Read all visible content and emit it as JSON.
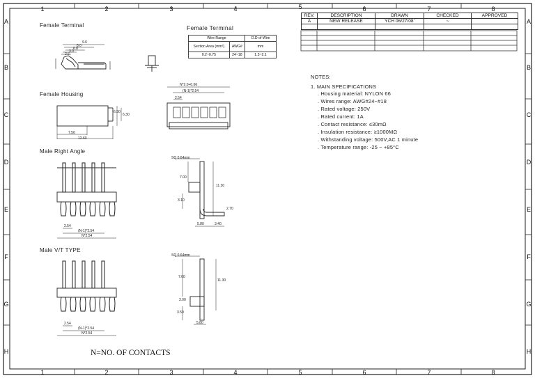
{
  "zones": {
    "top": [
      "1",
      "2",
      "3",
      "4",
      "5",
      "6",
      "7",
      "8"
    ],
    "bottom": [
      "1",
      "2",
      "3",
      "4",
      "5",
      "6",
      "7",
      "8"
    ],
    "left": [
      "A",
      "B",
      "C",
      "D",
      "E",
      "F",
      "G",
      "H"
    ],
    "right": [
      "A",
      "B",
      "C",
      "D",
      "E",
      "F",
      "G",
      "H"
    ]
  },
  "revision_table": {
    "headers": [
      "REV.",
      "DESCRIPTION",
      "DRAWN",
      "CHECKED",
      "APPROVED"
    ],
    "row": {
      "rev": "A",
      "description": "NEW RELEASE",
      "drawn": "YCH 06/27/08'",
      "checked": "~",
      "approved": ""
    }
  },
  "sections": {
    "female_terminal": "Female Terminal",
    "female_terminal_table": "Female Terminal",
    "female_housing": "Female Housing",
    "male_right_angle": "Male Right Angle",
    "male_vt": "Male V/T TYPE"
  },
  "wire_table": {
    "col1": "Wire Range",
    "col2": "O.D of Wire",
    "sub1": "Section Area (mm²)",
    "sub2": "AWG#",
    "sub3": "mm",
    "r1": "0.2~0.75",
    "r2": "24~18",
    "r3": "1.3~2.1"
  },
  "notes": {
    "title": "NOTES:",
    "heading": "1. MAIN SPECIFICATIONS",
    "items": [
      ". Housing material: NYLON 66",
      ". Wires range: AWG#24~#18",
      ". Rated voltage: 250V",
      ". Rated current: 1A",
      ". Contact resistance: ≤30mΩ",
      ". Insulation resistance: ≥1000MΩ",
      ". Withstanding voltage: 500V,AC 1 minute",
      ". Temperature range: -25 ~ +85°C"
    ]
  },
  "dims": {
    "ft_a": "9.6",
    "ft_b": "8.0",
    "ft_c": "6.8",
    "ft_d": "3.0",
    "ft_e": "2.6",
    "fh_top": "N*2.0+0.66",
    "fh_sub": "(N-1)*2.54",
    "fh_pitch": "2.54",
    "fh_h1": "6.50",
    "fh_h2": "6.30",
    "fh_w1": "7.50",
    "fh_w2": "12.60",
    "mra_sq": "SQ 0.64mm",
    "mra_h": "7.00",
    "mra_v": "11.30",
    "mra_a": "3.10",
    "mra_b": "2.70",
    "mra_c": "5.80",
    "mra_d": "3.40",
    "pitch": "2.54",
    "n1": "(N-1)*2.54",
    "n2": "N*2.54",
    "mvt_sq": "SQ 0.64mm",
    "mvt_h": "7.00",
    "mvt_v": "11.30",
    "mvt_a": "3.50",
    "mvt_b": "3.00",
    "mvt_c": "5.80"
  },
  "footnote": "N=NO. OF CONTACTS"
}
